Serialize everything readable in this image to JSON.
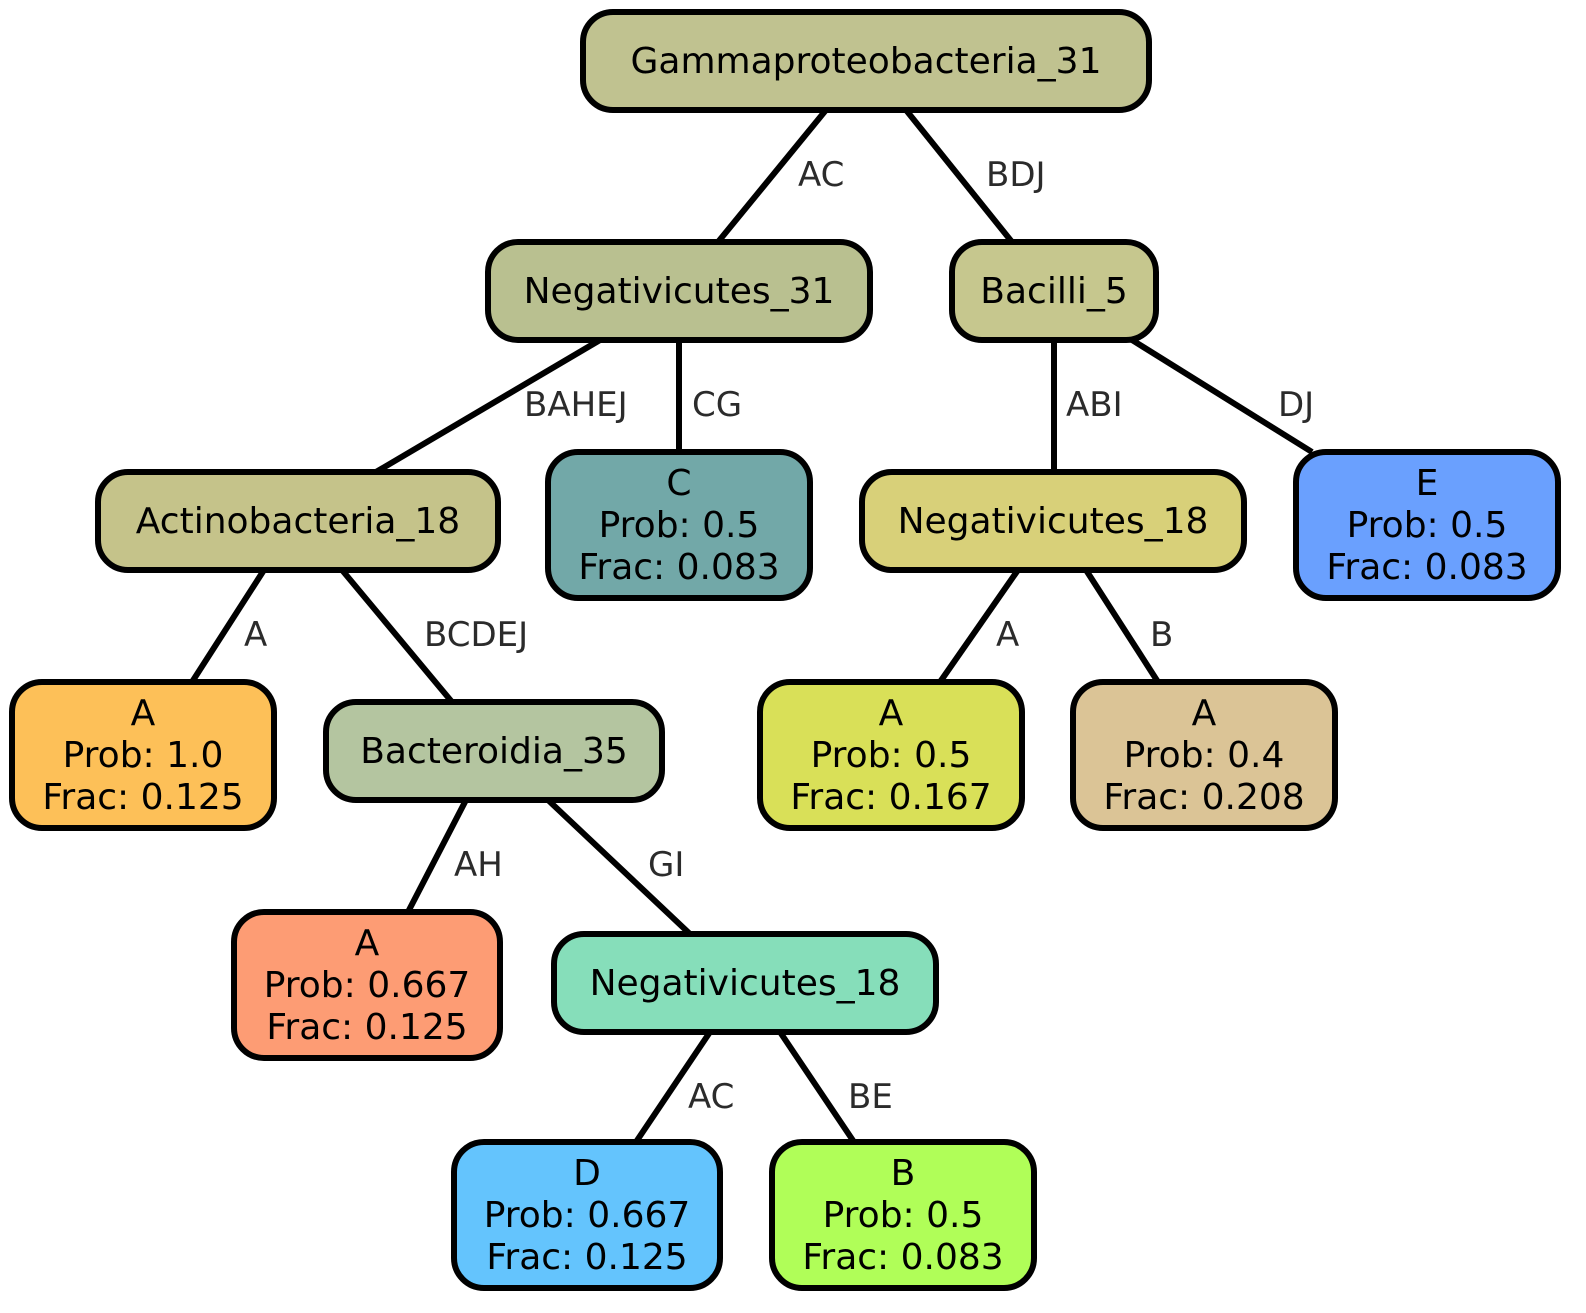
{
  "nodes": {
    "n0": {
      "lines": [
        "Gammaproteobacteria_31"
      ],
      "color": "#c0c290"
    },
    "n1": {
      "lines": [
        "Negativicutes_31"
      ],
      "color": "#b9c090"
    },
    "n2": {
      "lines": [
        "Bacilli_5"
      ],
      "color": "#c6c78e"
    },
    "n3": {
      "lines": [
        "Actinobacteria_18"
      ],
      "color": "#c5c38a"
    },
    "n4": {
      "lines": [
        "C",
        "Prob: 0.5",
        "Frac: 0.083"
      ],
      "color": "#72a8a8"
    },
    "n5": {
      "lines": [
        "Negativicutes_18"
      ],
      "color": "#d8d079"
    },
    "n6": {
      "lines": [
        "E",
        "Prob: 0.5",
        "Frac: 0.083"
      ],
      "color": "#6aa0fe"
    },
    "n7": {
      "lines": [
        "A",
        "Prob: 1.0",
        "Frac: 0.125"
      ],
      "color": "#fdc058"
    },
    "n8": {
      "lines": [
        "Bacteroidia_35"
      ],
      "color": "#b4c5a0"
    },
    "n9": {
      "lines": [
        "A",
        "Prob: 0.5",
        "Frac: 0.167"
      ],
      "color": "#d9e058"
    },
    "n10": {
      "lines": [
        "A",
        "Prob: 0.4",
        "Frac: 0.208"
      ],
      "color": "#dbc496"
    },
    "n11": {
      "lines": [
        "A",
        "Prob: 0.667",
        "Frac: 0.125"
      ],
      "color": "#fd9c74"
    },
    "n12": {
      "lines": [
        "Negativicutes_18"
      ],
      "color": "#86deba"
    },
    "n13": {
      "lines": [
        "D",
        "Prob: 0.667",
        "Frac: 0.125"
      ],
      "color": "#64c4fd"
    },
    "n14": {
      "lines": [
        "B",
        "Prob: 0.5",
        "Frac: 0.083"
      ],
      "color": "#b0fe58"
    }
  },
  "edges": {
    "e0": {
      "label": "AC"
    },
    "e1": {
      "label": "BDJ"
    },
    "e2": {
      "label": "BAHEJ"
    },
    "e3": {
      "label": "CG"
    },
    "e4": {
      "label": "ABI"
    },
    "e5": {
      "label": "DJ"
    },
    "e6": {
      "label": "A"
    },
    "e7": {
      "label": "BCDEJ"
    },
    "e8": {
      "label": "A"
    },
    "e9": {
      "label": "B"
    },
    "e10": {
      "label": "AH"
    },
    "e11": {
      "label": "GI"
    },
    "e12": {
      "label": "AC"
    },
    "e13": {
      "label": "BE"
    }
  }
}
